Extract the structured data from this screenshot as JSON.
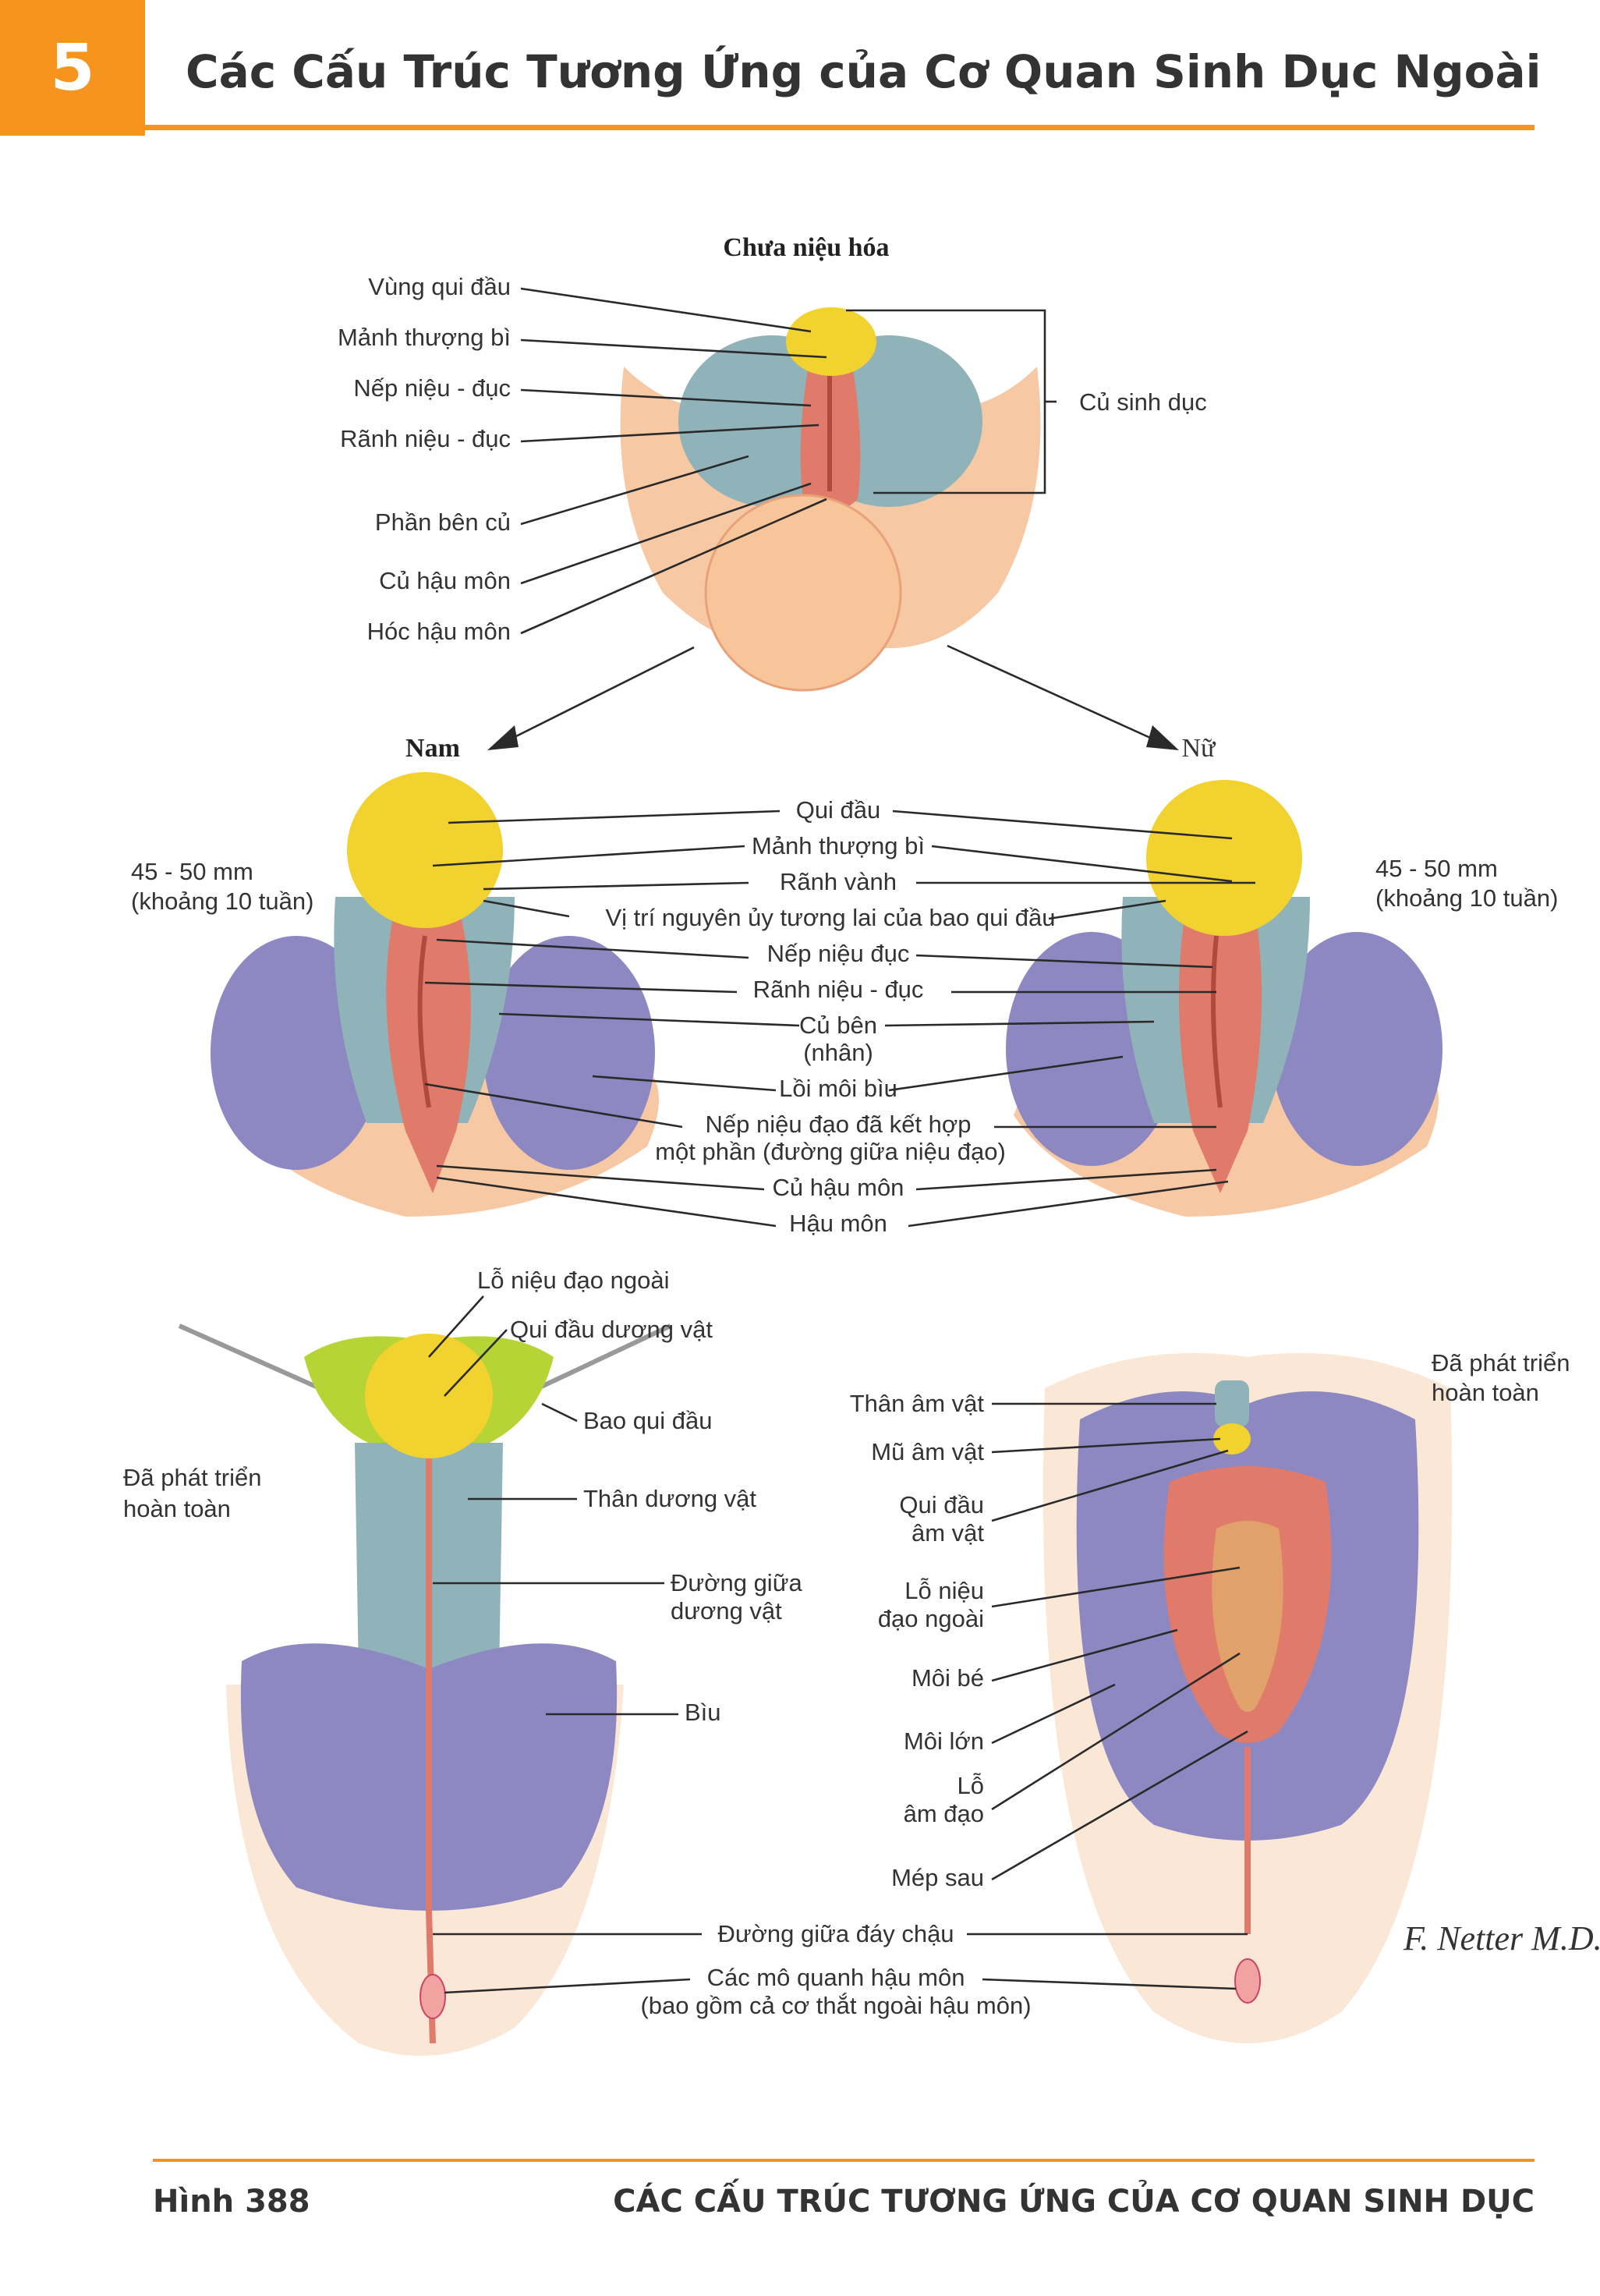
{
  "header": {
    "chapter_number": "5",
    "title": "Các Cấu Trúc Tương Ứng của Cơ Quan Sinh Dục Ngoài"
  },
  "footer": {
    "figure": "Hình 388",
    "caption": "CÁC CẤU TRÚC TƯƠNG ỨNG CỦA CƠ QUAN SINH DỤC"
  },
  "top": {
    "title": "Chưa niệu hóa",
    "labels": [
      "Vùng qui đầu",
      "Mảnh thượng bì",
      "Nếp niệu - đục",
      "Rãnh niệu - đục",
      "Phần bên củ",
      "Củ hậu môn",
      "Hóc hậu môn"
    ],
    "bracket_label": "Củ sinh dục"
  },
  "middle": {
    "male_title": "Nam",
    "female_title": "Nữ",
    "age_left": [
      "45 - 50 mm",
      "(khoảng 10 tuần)"
    ],
    "age_right": [
      "45 - 50 mm",
      "(khoảng 10 tuần)"
    ],
    "labels": [
      [
        "Qui đầu"
      ],
      [
        "Mảnh thượng bì"
      ],
      [
        "Rãnh vành"
      ],
      [
        "Vị trí nguyên ủy tương lai của bao qui đầu"
      ],
      [
        "Nếp niệu đục"
      ],
      [
        "Rãnh niệu - đục"
      ],
      [
        "Củ bên",
        "(nhân)"
      ],
      [
        "Lồi môi bìu"
      ],
      [
        "Nếp niệu đạo đã kết hợp",
        "một phần (đường giữa niệu đạo)"
      ],
      [
        "Củ hậu môn"
      ],
      [
        "Hậu môn"
      ]
    ]
  },
  "bottom_male": {
    "developed": [
      "Đã phát triển",
      "hoàn toàn"
    ],
    "labels": [
      [
        "Lỗ niệu đạo ngoài"
      ],
      [
        "Qui đầu dương vật"
      ],
      [
        "Bao qui đầu"
      ],
      [
        "Thân dương vật"
      ],
      [
        "Đường giữa",
        "dương vật"
      ],
      [
        "Bìu"
      ]
    ]
  },
  "bottom_female": {
    "developed": [
      "Đã phát triển",
      "hoàn toàn"
    ],
    "labels": [
      [
        "Thân âm vật"
      ],
      [
        "Mũ âm vật"
      ],
      [
        "Qui đầu",
        "âm vật"
      ],
      [
        "Lỗ niệu",
        "đạo ngoài"
      ],
      [
        "Môi bé"
      ],
      [
        "Môi lớn"
      ],
      [
        "Lỗ",
        "âm đạo"
      ],
      [
        "Mép sau"
      ]
    ]
  },
  "bottom_shared": {
    "labels": [
      [
        "Đường giữa đáy chậu"
      ],
      [
        "Các mô quanh hậu môn",
        "(bao gồm cả cơ thắt ngoài hậu môn)"
      ]
    ]
  },
  "signature": "F. Netter M.D.",
  "colors": {
    "accent": "#f7941d",
    "glans": "#f2d22e",
    "skin": "#f6c8a4",
    "blue_grey": "#8fb3b8",
    "purple": "#8e88c2",
    "pink": "#e07a6a"
  }
}
